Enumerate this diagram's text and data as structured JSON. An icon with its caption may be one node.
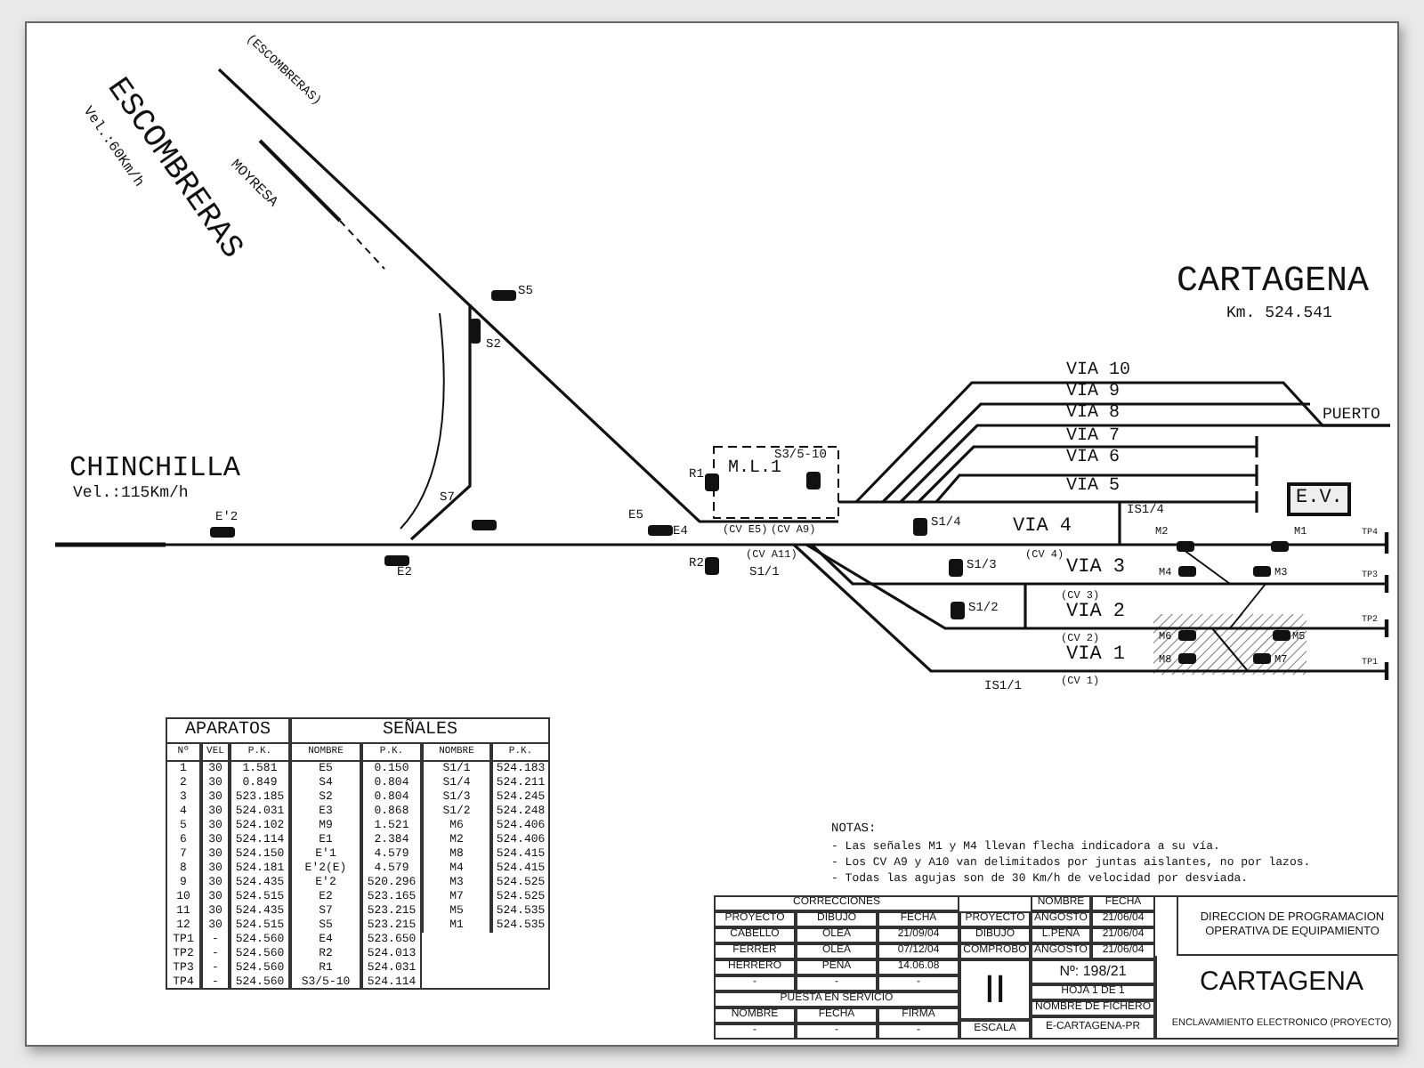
{
  "diagram": {
    "title": "CARTAGENA",
    "labels": [
      "(ESCOMBRERAS)",
      "ESCOMBRERAS",
      "Vel.:60Km/h",
      "MOYRESA",
      "CHINCHILLA",
      "Vel.:115Km/h",
      "E'2",
      "E2",
      "S7",
      "S2",
      "S5",
      "E5",
      "E4",
      "R1",
      "R2",
      "M.L.1",
      "S3/5-10",
      "VIA 10",
      "VIA 9",
      "VIA 8",
      "VIA 7",
      "VIA 6",
      "VIA 5",
      "PUERTO",
      "E.V.",
      "S1/4",
      "VIA 4",
      "IS1/4",
      "S1/3",
      "VIA 3",
      "S1/2",
      "VIA 2",
      "S1/1",
      "VIA 1",
      "IS1/1",
      "M2",
      "M1",
      "M4",
      "M3",
      "M6",
      "M5",
      "M8",
      "M7",
      "TP4",
      "TP3",
      "TP2",
      "TP1",
      "(CV 4)",
      "(CV 3)",
      "(CV 2)",
      "(CV 1)",
      "(CV E5)",
      "(CV A9)",
      "(CV A11)",
      "Km. 524.541",
      "APARATOS",
      "SEÑALES",
      "Nº",
      "VEL",
      "P.K.",
      "NOMBRE",
      "P.K.",
      "NOMBRE",
      "P.K.",
      "1",
      "30",
      "1.581",
      "E5",
      "0.150",
      "S1/1",
      "524.183",
      "2",
      "30",
      "0.849",
      "S4",
      "0.804",
      "S1/4",
      "524.211",
      "3",
      "30",
      "523.185",
      "S2",
      "0.804",
      "S1/3",
      "524.245",
      "4",
      "30",
      "524.031",
      "E3",
      "0.868",
      "S1/2",
      "524.248",
      "5",
      "30",
      "524.102",
      "M9",
      "1.521",
      "M6",
      "524.406",
      "6",
      "30",
      "524.114",
      "E1",
      "2.384",
      "M2",
      "524.406",
      "7",
      "30",
      "524.150",
      "E'1",
      "4.579",
      "M8",
      "524.415",
      "8",
      "30",
      "524.181",
      "E'2(E)",
      "4.579",
      "M4",
      "524.415",
      "9",
      "30",
      "524.435",
      "E'2",
      "520.296",
      "M3",
      "524.525",
      "10",
      "30",
      "524.515",
      "E2",
      "523.165",
      "M7",
      "524.525",
      "11",
      "30",
      "524.435",
      "S7",
      "523.215",
      "M5",
      "524.535",
      "12",
      "30",
      "524.515",
      "S5",
      "523.215",
      "M1",
      "524.535",
      "TP1",
      "-",
      "524.560",
      "E4",
      "523.650",
      "TP2",
      "-",
      "524.560",
      "R2",
      "524.013",
      "TP3",
      "-",
      "524.560",
      "R1",
      "524.031",
      "TP4",
      "-",
      "524.560",
      "S3/5-10",
      "524.114",
      "NOTAS:",
      "- Las señales M1 y M4 llevan flecha indicadora a su vía.",
      "- Los CV A9 y A10 van delimitados por juntas aislantes, no por lazos.",
      "- Todas las agujas son de 30 Km/h de velocidad por desviada.",
      "CORRECCIONES",
      "PROYECTO",
      "DIBUJO",
      "FECHA",
      "CABELLO",
      "OLEA",
      "21/09/04",
      "FERRER",
      "OLEA",
      "07/12/04",
      "HERRERO",
      "PEÑA",
      "14.06.08",
      "-",
      "-",
      "-",
      "PUESTA EN SERVICIO",
      "NOMBRE",
      "FECHA",
      "FIRMA",
      "-",
      "-",
      "-",
      "NOMBRE",
      "FECHA",
      "PROYECTO",
      "ANGOSTO",
      "21/06/04",
      "DIBUJO",
      "L.PEÑA",
      "21/06/04",
      "COMPROBO",
      "ANGOSTO",
      "21/06/04",
      "II",
      "Nº: 198/21",
      "HOJA 1 DE 1",
      "ESCALA",
      "NOMBRE DE FICHERO",
      "E-CARTAGENA-PR",
      "DIRECCION DE PROGRAMACION OPERATIVA DE EQUIPAMIENTO",
      "CARTAGENA",
      "ENCLAVAMIENTO ELECTRONICO (PROYECTO)"
    ]
  }
}
